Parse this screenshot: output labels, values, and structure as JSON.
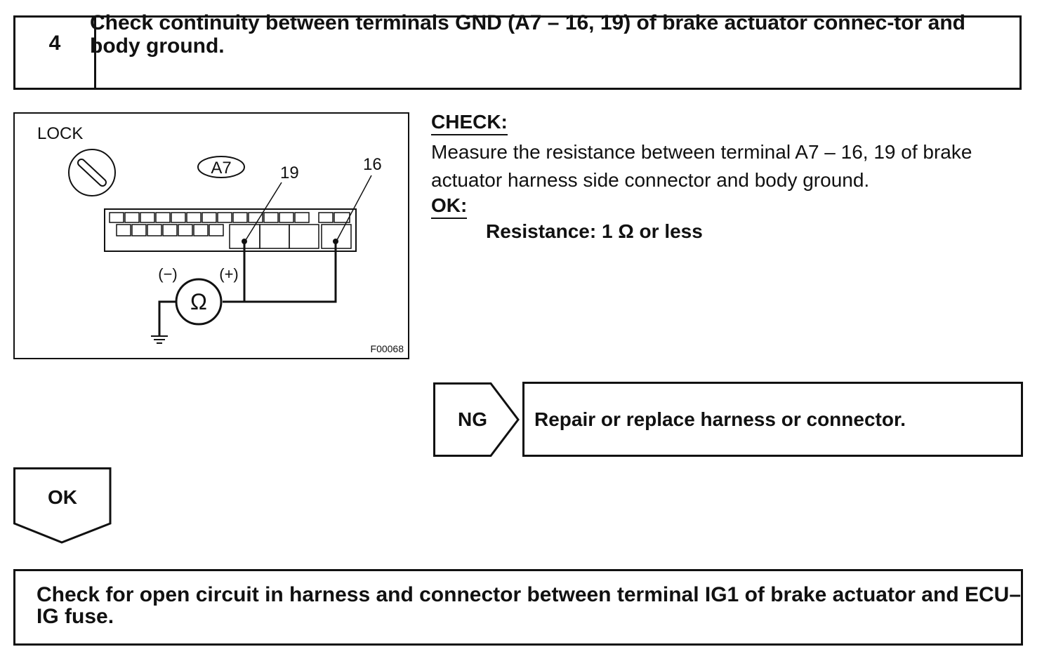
{
  "step": {
    "number": "4",
    "title": "Check continuity between terminals GND (A7 – 16, 19) of brake actuator connec-tor and body ground."
  },
  "diagram": {
    "lock_label": "LOCK",
    "connector_label": "A7",
    "terminal_19": "19",
    "terminal_16": "16",
    "minus_label": "(−)",
    "plus_label": "(+)",
    "ohm_symbol": "Ω",
    "figure_code": "F00068"
  },
  "check": {
    "heading": "CHECK:",
    "description": "Measure the resistance between terminal A7 – 16, 19 of brake actuator harness side connector and body ground."
  },
  "ok_spec": {
    "heading": "OK:",
    "value": "Resistance: 1 Ω or less"
  },
  "ng_branch": {
    "label": "NG",
    "action": "Repair or replace harness or connector."
  },
  "ok_branch": {
    "label": "OK"
  },
  "next_step": {
    "text": "Check for open circuit in harness and connector between terminal IG1 of brake actuator and ECU–IG fuse."
  }
}
